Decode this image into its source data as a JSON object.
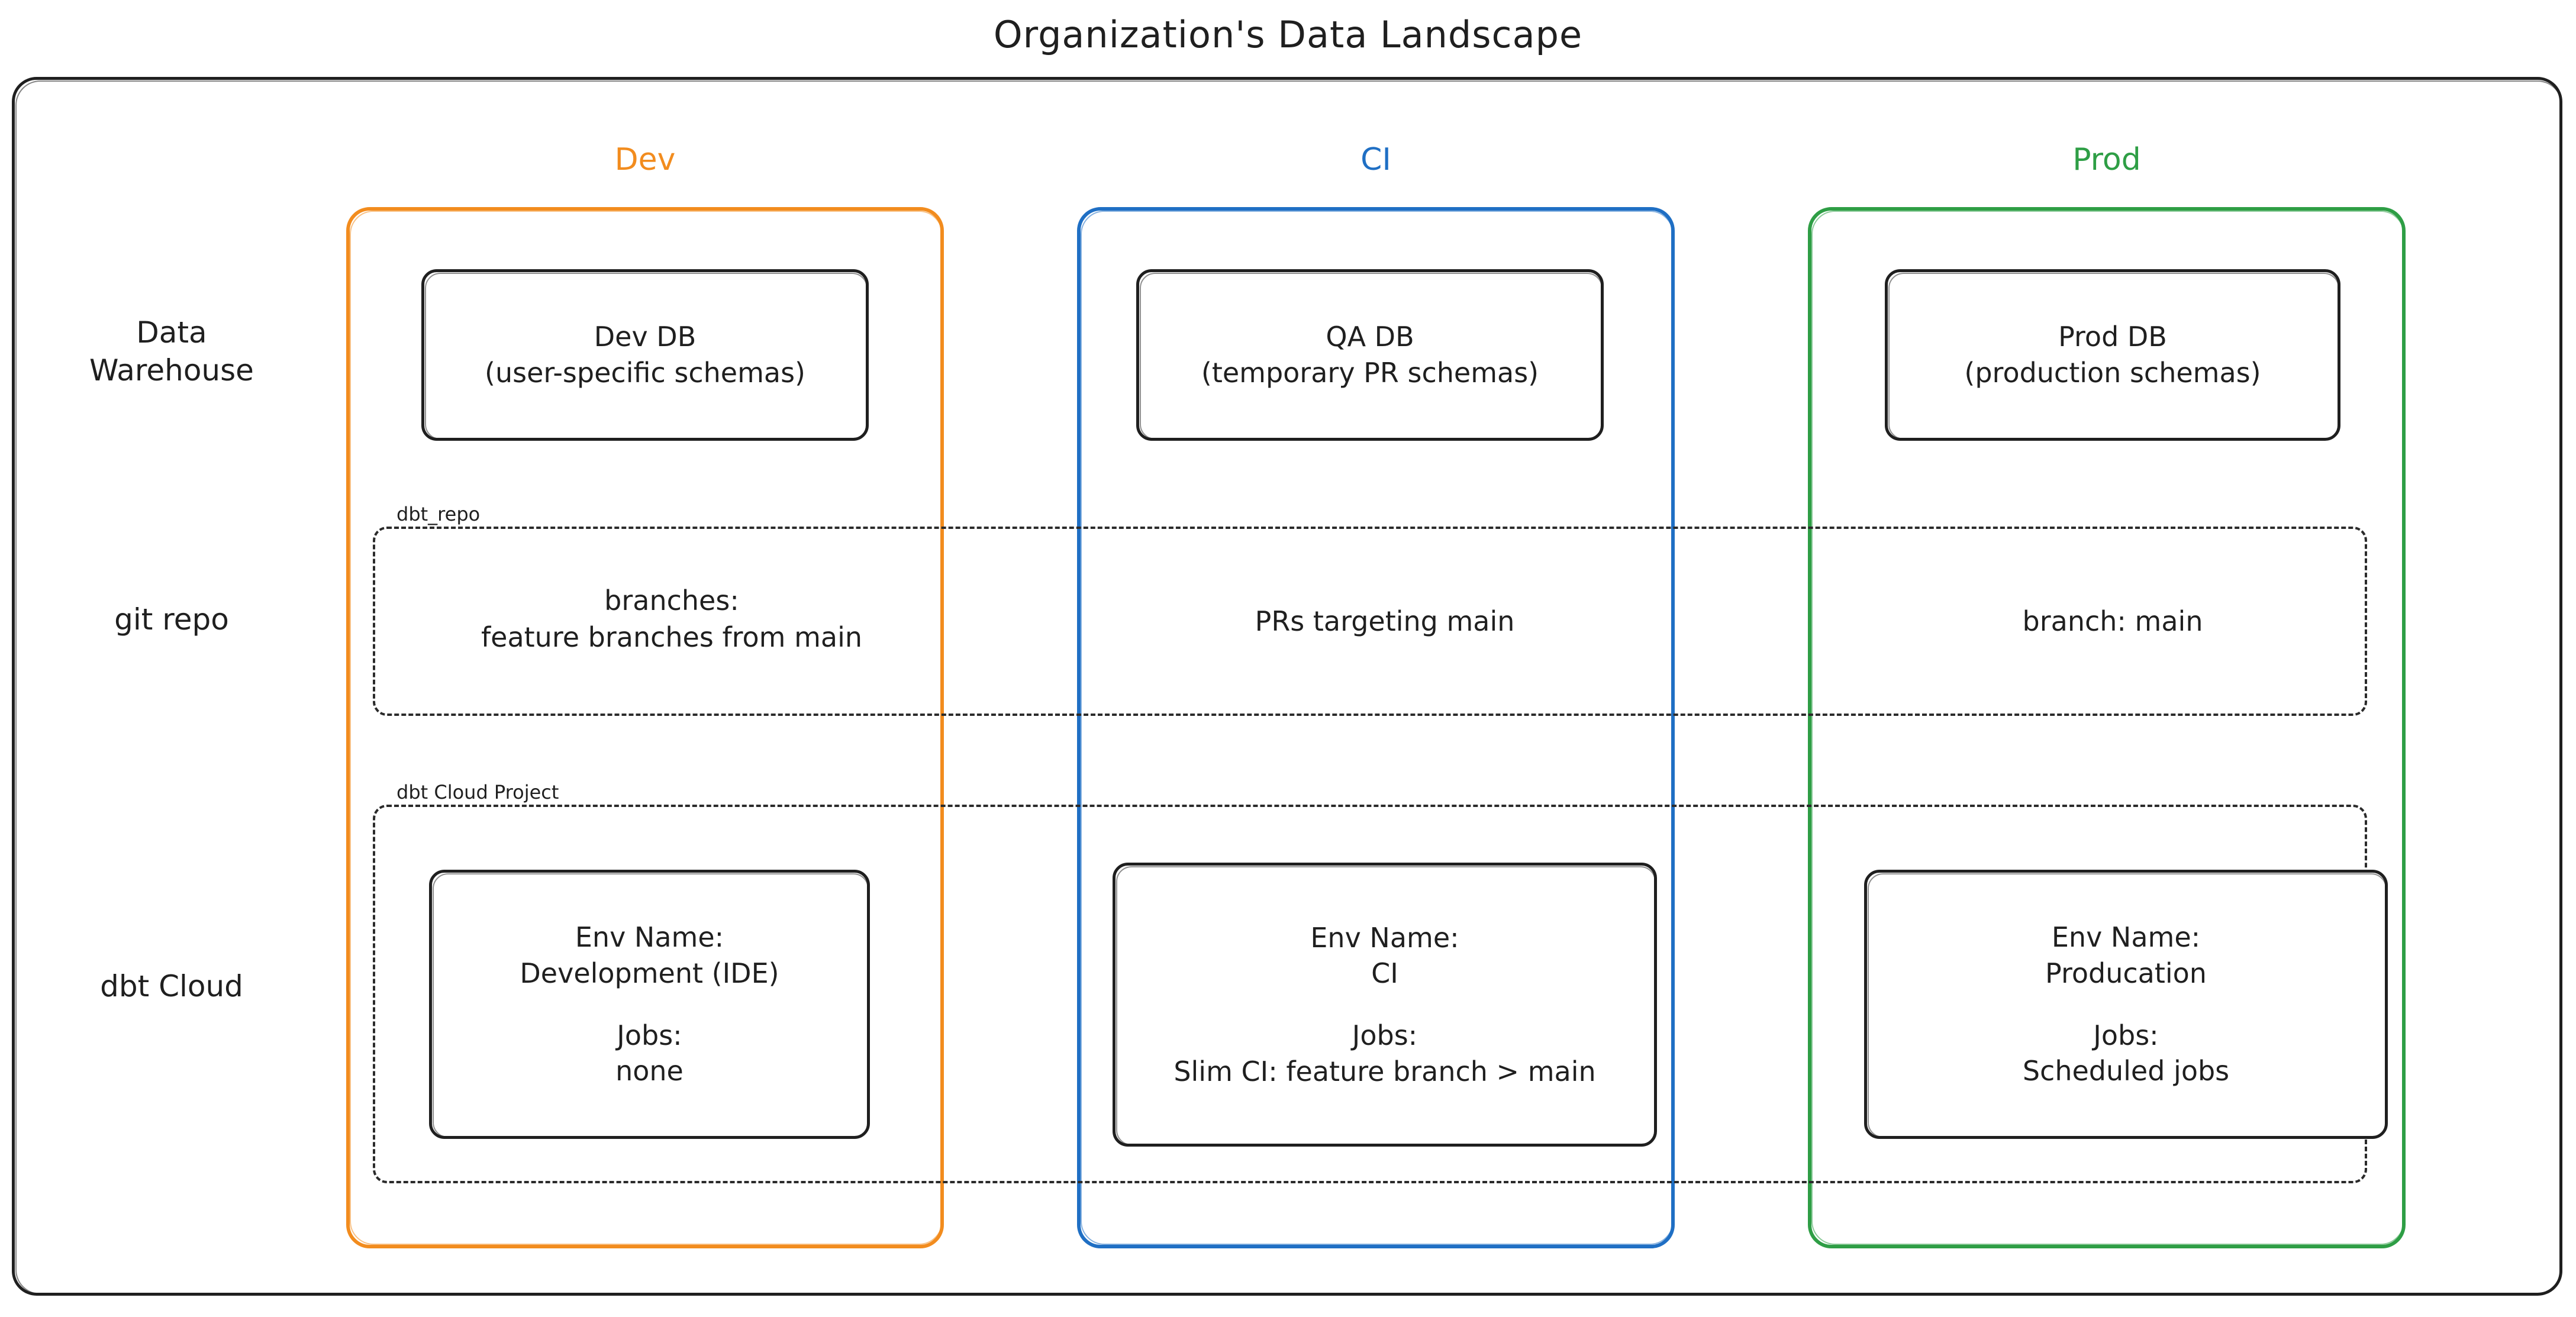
{
  "title": "Organization's Data Landscape",
  "colors": {
    "dev": "#f28c1e",
    "ci": "#1f6fc4",
    "prod": "#2e9e45",
    "ink": "#1f1f1f",
    "background": "#ffffff"
  },
  "columns": [
    {
      "id": "dev",
      "label": "Dev"
    },
    {
      "id": "ci",
      "label": "CI"
    },
    {
      "id": "prod",
      "label": "Prod"
    }
  ],
  "rows": [
    {
      "id": "data-warehouse",
      "label": "Data\nWarehouse"
    },
    {
      "id": "git-repo",
      "label": "git repo"
    },
    {
      "id": "dbt-cloud",
      "label": "dbt Cloud"
    }
  ],
  "swimlanes": [
    {
      "id": "dbt-repo",
      "label": "dbt_repo"
    },
    {
      "id": "dbt-cloud-project",
      "label": "dbt Cloud Project"
    }
  ],
  "data_warehouse": {
    "dev": {
      "name": "Dev DB",
      "detail": "(user-specific schemas)",
      "text": "Dev DB\n(user-specific schemas)"
    },
    "ci": {
      "name": "QA DB",
      "detail": "(temporary PR schemas)",
      "text": "QA DB\n(temporary PR schemas)"
    },
    "prod": {
      "name": "Prod DB",
      "detail": "(production schemas)",
      "text": "Prod DB\n(production schemas)"
    }
  },
  "git_repo": {
    "dev": {
      "text": "branches:\nfeature branches from main"
    },
    "ci": {
      "text": "PRs targeting main"
    },
    "prod": {
      "text": "branch: main"
    }
  },
  "dbt_cloud": {
    "dev": {
      "env_label": "Env Name:",
      "env_value": "Development (IDE)",
      "jobs_label": "Jobs:",
      "jobs_value": "none",
      "env_text": "Env Name:\nDevelopment (IDE)",
      "jobs_text": "Jobs:\nnone"
    },
    "ci": {
      "env_label": "Env Name:",
      "env_value": "CI",
      "jobs_label": "Jobs:",
      "jobs_value": "Slim CI: feature branch > main",
      "env_text": "Env Name:\nCI",
      "jobs_text": "Jobs:\nSlim CI: feature branch > main"
    },
    "prod": {
      "env_label": "Env Name:",
      "env_value": "Producation",
      "jobs_label": "Jobs:",
      "jobs_value": "Scheduled jobs",
      "env_text": "Env Name:\nProducation",
      "jobs_text": "Jobs:\nScheduled jobs"
    }
  }
}
